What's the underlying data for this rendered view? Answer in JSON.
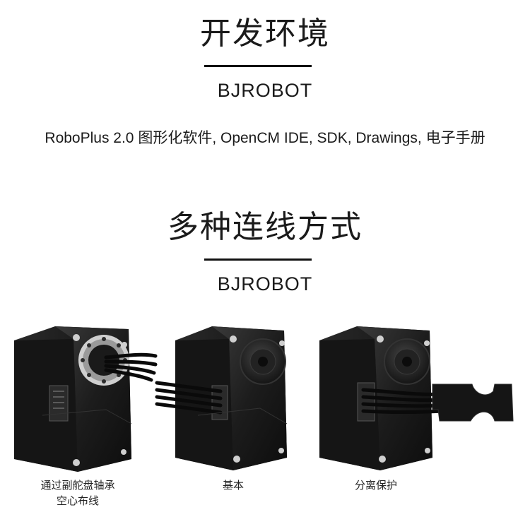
{
  "section1": {
    "title": "开发环境",
    "brand": "BJROBOT",
    "description": "RoboPlus 2.0 图形化软件, OpenCM IDE, SDK,  Drawings,  电子手册"
  },
  "section2": {
    "title": "多种连线方式",
    "brand": "BJROBOT"
  },
  "products": [
    {
      "caption_line1": "通过副舵盘轴承",
      "caption_line2": "空心布线",
      "icon": "servo-hollow-bearing-wiring"
    },
    {
      "caption_line1": "基本",
      "caption_line2": "",
      "icon": "servo-basic-wiring"
    },
    {
      "caption_line1": "分离保护",
      "caption_line2": "",
      "icon": "servo-separation-protection"
    }
  ],
  "colors": {
    "background": "#ffffff",
    "text": "#1a1a1a",
    "rule": "#111111",
    "servo_body": "#1c1c1c"
  }
}
